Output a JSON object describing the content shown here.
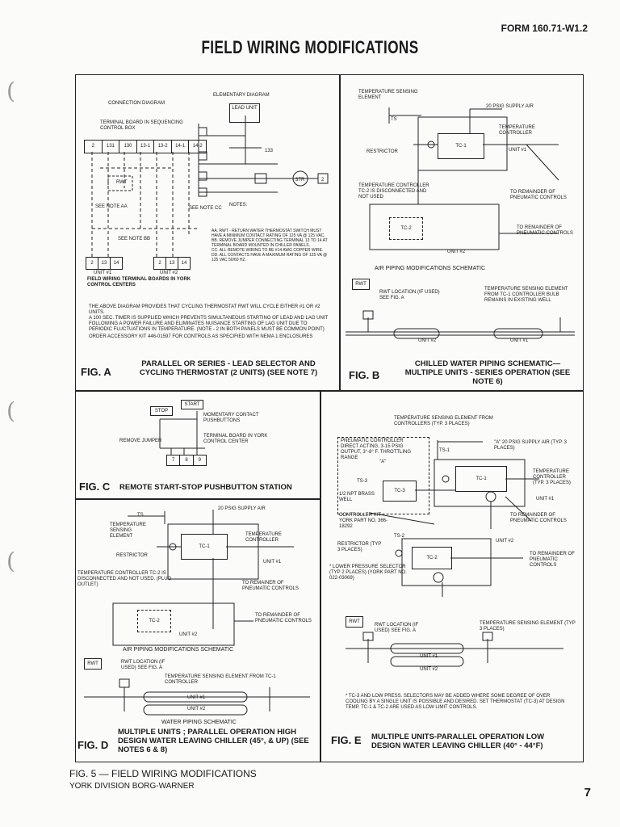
{
  "header": {
    "form_number": "FORM 160.71-W1.2",
    "title": "FIELD WIRING MODIFICATIONS"
  },
  "fig_a": {
    "elementary_diagram": "ELEMENTARY DIAGRAM",
    "connection_diagram": "CONNECTION DIAGRAM",
    "terminal_board": "TERMINAL BOARD IN SEQUENCING CONTROL BOX",
    "terminals": [
      "2",
      "131",
      "130",
      "13-1",
      "13-2",
      "14-1",
      "14-2"
    ],
    "lead_unit": "LEAD UNIT",
    "rwt": "RWT",
    "see_note_aa": "SEE NOTE AA",
    "see_note_bb": "SEE NOTE BB",
    "see_note_cc": "SEE NOTE CC",
    "notes_label": "NOTES:",
    "unit1": "UNIT #1",
    "unit2": "UNIT #2",
    "terminal_boards_caption": "FIELD WIRING TERMINAL BOARDS IN YORK CONTROL CENTERS",
    "note_aa": "AA. RWT - RETURN WATER THERMOSTAT SWITCH MUST HAVE A MINIMUM CONTACT RATING OF 125 VA @ 125 VAC.",
    "note_bb": "BB. REMOVE JUMPER CONNECTING TERMINAL 13 TO 14 AT TERMINAL BOARD MOUNTED IN CHILLER PANELS.",
    "note_cc": "CC. ALL REMOTE WIRING TO BE #14 AWG COPPER WIRE.",
    "note_dd": "DD. ALL CONTACTS HAVE A MAXIMUM RATING OF 125 VA @ 125 VAC 50/60 HZ.",
    "para1": "THE ABOVE DIAGRAM PROVIDES THAT CYCLING THERMOSTAT RWT WILL CYCLE EITHER #1 OR #2 UNITS.",
    "para2": "A 100 SEC. TIMER IS SUPPLIED WHICH PREVENTS SIMULTANEOUS STARTING OF LEAD AND LAG UNIT FOLLOWING A POWER FAILURE AND ELIMINATES NUISANCE STARTING OF LAG UNIT DUE TO PERIODIC FLUCTUATIONS IN TEMPERATURE. (NOTE - 2 IN BOTH PANELS MUST BE COMMON POINT)",
    "para3": "ORDER ACCESSORY KIT 446-01597 FOR CONTROLS AS SPECIFIED WITH NEMA 1 ENCLOSURES",
    "label": "FIG. A",
    "caption": "PARALLEL OR SERIES - LEAD SELECTOR AND CYCLING THERMOSTAT (2 UNITS) (SEE NOTE 7)"
  },
  "fig_b": {
    "temp_sensing": "TEMPERATURE SENSING ELEMENT",
    "supply_air": "20 PSIG SUPPLY AIR",
    "ts": "TS",
    "temp_controller": "TEMPERATURE CONTROLLER",
    "tc1": "TC-1",
    "restrictor": "RESTRICTOR",
    "unit1": "UNIT #1",
    "tc2_note": "TEMPERATURE CONTROLLER TC-2 IS DISCONNECTED AND NOT USED",
    "remainder1": "TO REMAINDER OF PNEUMATIC CONTROLS",
    "tc2": "TC-2",
    "remainder2": "TO REMAINDER OF PNEUMATIC CONTROLS",
    "unit2": "UNIT #2",
    "air_schematic": "AIR PIPING MODIFICATIONS SCHEMATIC",
    "rwt": "RWT",
    "rwt_location": "RWT LOCATION (IF USED) SEE FIG. A",
    "bulb_note": "TEMPERATURE SENSING ELEMENT FROM TC-1 CONTROLLER BULB REMAINS IN EXISTING WELL",
    "unit2_pipe": "UNIT #2",
    "unit1_pipe": "UNIT #1",
    "label": "FIG. B",
    "caption": "CHILLED WATER PIPING SCHEMATIC— MULTIPLE UNITS - SERIES OPERATION (SEE NOTE 6)"
  },
  "fig_c": {
    "start": "START",
    "stop": "STOP",
    "momentary": "MOMENTARY CONTACT PUSHBUTTONS",
    "terminal_board": "TERMINAL BOARD IN YORK CONTROL CENTER",
    "remove_jumper": "REMOVE JUMPER",
    "terminals": [
      "7",
      "8",
      "9"
    ],
    "label": "FIG. C",
    "caption": "REMOTE START-STOP PUSHBUTTON STATION"
  },
  "fig_d": {
    "supply_air": "20 PSIG SUPPLY AIR",
    "ts": "TS",
    "temp_sensing": "TEMPERATURE SENSING ELEMENT",
    "temp_controller": "TEMPERATURE CONTROLLER",
    "tc1": "TC-1",
    "restrictor": "RESTRICTOR",
    "unit1": "UNIT #1",
    "tc2_note": "TEMPERATURE CONTROLLER TC-2 IS DISCONNECTED AND NOT USED. (PLUG OUTLET)",
    "remainder1": "TO REMAINER OF PNEUMATIC CONTROLS",
    "tc2": "TC-2",
    "remainder2": "TO REMAINDER OF PNEUMATIC CONTROLS",
    "unit2": "UNIT #2",
    "air_schematic": "AIR PIPING MODIFICATIONS SCHEMATIC",
    "rwt": "RWT",
    "rwt_location": "RWT LOCATION (IF USED) SEE FIG. A",
    "element_note": "TEMPERATURE SENSING ELEMENT FROM TC-1 CONTROLLER",
    "unit1_pipe": "UNIT #1",
    "unit2_pipe": "UNIT #2",
    "water_schematic": "WATER PIPING SCHEMATIC",
    "label": "FIG. D",
    "caption": "MULTIPLE UNITS ; PARALLEL OPERATION HIGH DESIGN WATER LEAVING CHILLER (45°, & UP) (SEE NOTES 6 & 8)"
  },
  "fig_e": {
    "temp_sensing": "TEMPERATURE SENSING ELEMENT FROM CONTROLLERS (TYP. 3 PLACES)",
    "pneumatic_controller": "PNEUMATIC CONTROLLER DIRECT ACTING, 3-15 PSIG OUTPUT, 3°-8° F. THROTTLING RANGE",
    "supply_air": "\"A\" 20 PSIG SUPPLY AIR (TYP. 3 PLACES)",
    "ts1": "TS-1",
    "a_label": "\"A\"",
    "ts3": "TS-3",
    "tc3": "TC-3",
    "tc1": "TC-1",
    "temp_controller": "TEMPERATURE CONTROLLER (TYP. 3 PLACES)",
    "npt": "1/2 NPT BRASS WELL",
    "unit1": "UNIT #1",
    "controller_kit": "CONTROLLER KIT YORK PART NO. 366-18292",
    "remainder1": "TO REMAINDER OF PNEUMATIC CONTROLS",
    "ts2": "TS-2",
    "unit2": "UNIT #2",
    "restrictor": "RESTRICTOR (TYP 3 PLACES)",
    "tc2": "TC-2",
    "remainder2": "TO REMAINDER OF PNEUMATIC CONTROLS",
    "lp_selector": "* LOWER PRESSURE SELECTOR (TYP 2 PLACES) (YORK PART NO. 022-03069)",
    "rwt": "RWT",
    "rwt_location": "RWT LOCATION (IF USED) SEE FIG. A",
    "elem_typ": "TEMPERATURE SENSING ELEMENT (TYP 3 PLACES)",
    "unit1_pipe": "UNIT #1",
    "unit2_pipe": "UNIT #2",
    "footnote": "* TC-3 AND LOW PRESS. SELECTORS MAY BE ADDED WHERE SOME DEGREE OF OVER COOLING BY A SINGLE UNIT IS POSSIBLE AND DESIRED. SET THERMOSTAT (TC-3) AT DESIGN TEMP. TC-1 & TC-2 ARE USED AS LOW LIMIT CONTROLS.",
    "label": "FIG. E",
    "caption": "MULTIPLE UNITS-PARALLEL OPERATION LOW DESIGN WATER LEAVING CHILLER (40° - 44°F)"
  },
  "footer": {
    "fig_caption": "FIG. 5 — FIELD WIRING MODIFICATIONS",
    "company": "YORK DIVISION BORG-WARNER",
    "page": "7"
  }
}
